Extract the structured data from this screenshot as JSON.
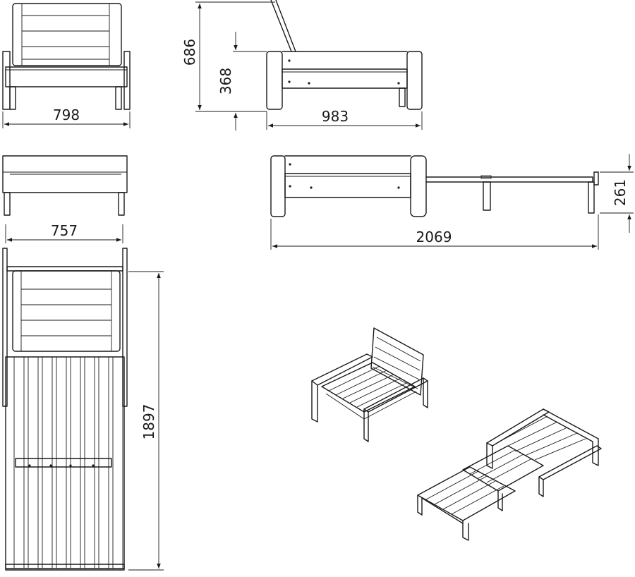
{
  "dimensions": {
    "front_width": "798",
    "back_height": "686",
    "seat_height": "368",
    "side_depth": "983",
    "top_width": "757",
    "total_length": "1897",
    "extended_length": "2069",
    "bed_height": "261"
  }
}
